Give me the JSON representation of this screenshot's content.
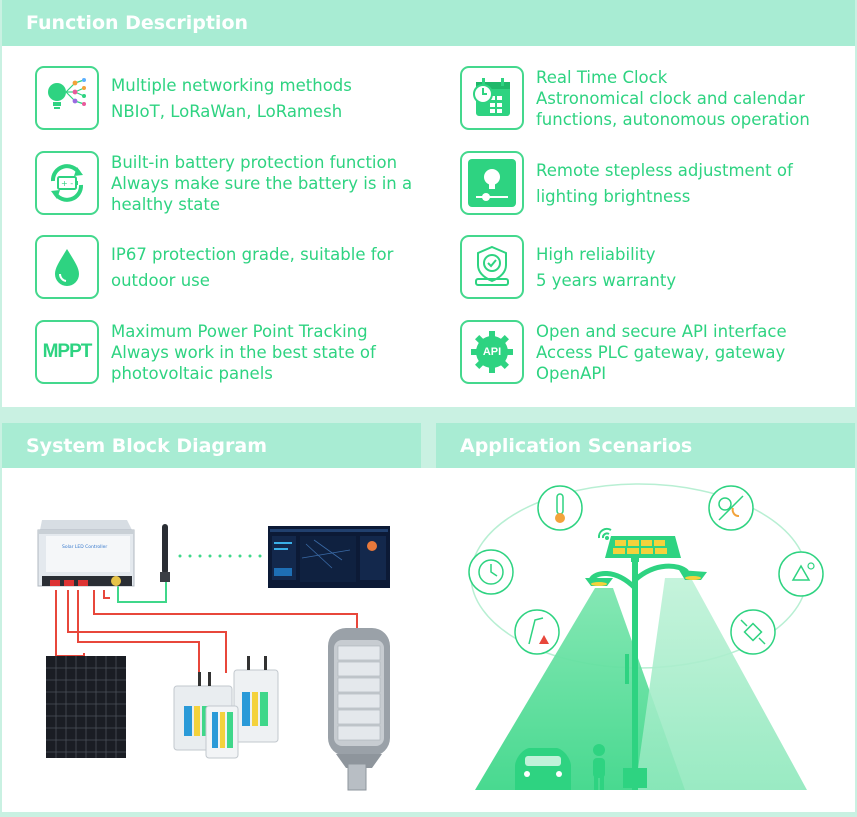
{
  "headers": {
    "function_description": "Function Description",
    "system_block_diagram": "System Block Diagram",
    "application_scenarios": "Application Scenarios"
  },
  "features": [
    {
      "icon": "network-tree-icon",
      "lines": [
        "Multiple networking methods",
        "NBIoT, LoRaWan, LoRamesh"
      ]
    },
    {
      "icon": "clock-calendar-icon",
      "lines": [
        "Real Time Clock",
        "Astronomical clock and calendar",
        "functions, autonomous operation"
      ]
    },
    {
      "icon": "battery-cycle-icon",
      "lines": [
        "Built-in battery protection function",
        "Always make sure the battery is in a",
        "healthy state"
      ]
    },
    {
      "icon": "bulb-slider-icon",
      "lines": [
        "Remote stepless adjustment of",
        "lighting brightness"
      ]
    },
    {
      "icon": "water-drop-icon",
      "lines": [
        "IP67 protection grade, suitable for",
        "outdoor use"
      ]
    },
    {
      "icon": "shield-check-icon",
      "lines": [
        "High reliability",
        "5 years warranty"
      ]
    },
    {
      "icon": "mppt-icon",
      "icon_text": "MPPT",
      "lines": [
        "Maximum Power Point Tracking",
        "Always work in the best state of",
        "photovoltaic panels"
      ]
    },
    {
      "icon": "api-gear-icon",
      "icon_text": "API",
      "lines": [
        "Open and secure API interface",
        "Access PLC gateway, gateway",
        "OpenAPI"
      ]
    }
  ],
  "diagram": {
    "controller_label": "Solar LED Controller",
    "components": [
      "solar-panel",
      "controller",
      "antenna",
      "dashboard",
      "gateways",
      "street-lamp"
    ]
  },
  "colors": {
    "accent": "#2ed381",
    "header_bg": "#a8ecd3",
    "outer_bg": "#c9f1e2",
    "wire": "#e8473b",
    "dots": "#3fd78a"
  }
}
